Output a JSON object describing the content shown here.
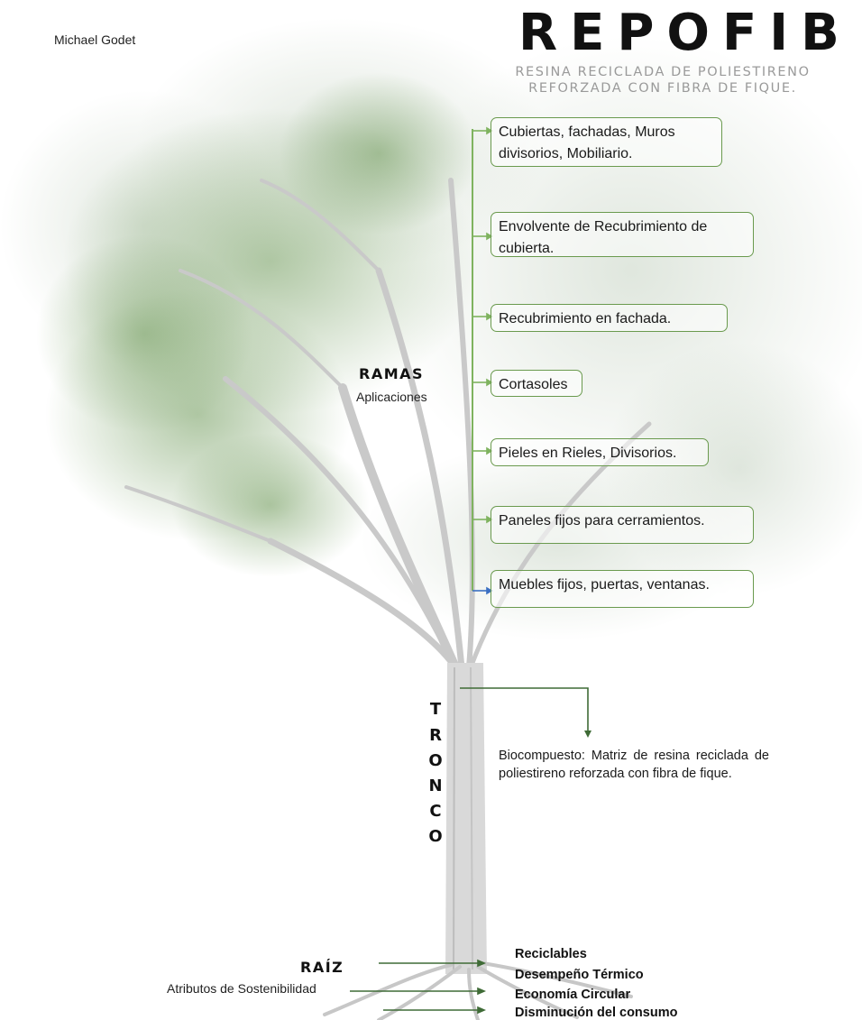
{
  "author": "Michael Godet",
  "brand": {
    "title": "REPOFIB",
    "subtitle_lines": [
      "RESINA RECICLADA DE POLIESTIRENO",
      "REFORZADA CON FIBRA DE FIQUE."
    ]
  },
  "ramas": {
    "title": "RAMAS",
    "subtitle": "Aplicaciones",
    "items": [
      {
        "text": "Cubiertas, fachadas, Muros divisorios, Mobiliario."
      },
      {
        "text": "Envolvente de Recubrimiento de cubierta."
      },
      {
        "text": "Recubrimiento en fachada."
      },
      {
        "text": "Cortasoles"
      },
      {
        "text": "Pieles en Rieles, Divisorios."
      },
      {
        "text": "Paneles fijos para cerramientos."
      },
      {
        "text": "Muebles fijos, puertas, ventanas."
      }
    ]
  },
  "tronco": {
    "letters": [
      "T",
      "R",
      "O",
      "N",
      "C",
      "O"
    ],
    "description": "Biocompuesto: Matriz de resina reciclada de poliestireno reforzada con fibra de fique."
  },
  "raiz": {
    "title": "RAÍZ",
    "subtitle": "Atributos de Sostenibilidad",
    "attributes": [
      "Reciclables",
      "Desempeño Térmico",
      "Economía Circular",
      "Disminución del consumo"
    ]
  },
  "colors": {
    "foliage": "#6f9a5a",
    "box_border": "#6a9a4e",
    "connector": "#7fb35f",
    "arrow_blue": "#3b6fc2",
    "trunk_arrow": "#3f6b36",
    "trunk": "#cfcfcf"
  },
  "icons": {
    "tree": "tree-illustration",
    "arrows": "arrow-right-icon"
  }
}
